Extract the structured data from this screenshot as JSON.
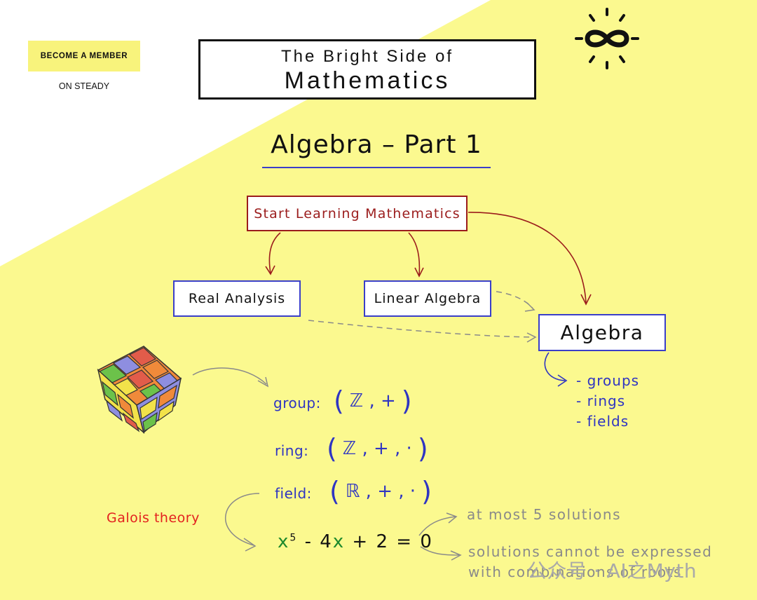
{
  "header": {
    "member_button": "BECOME A MEMBER",
    "member_sub": "ON STEADY",
    "title_line1": "The Bright Side of",
    "title_line2": "Mathematics"
  },
  "subtitle": "Algebra – Part 1",
  "nodes": {
    "start": "Start Learning Mathematics",
    "real": "Real Analysis",
    "linear": "Linear Algebra",
    "algebra": "Algebra"
  },
  "algebra_list": [
    "- groups",
    "- rings",
    "- fields"
  ],
  "definitions": {
    "group_label": "group:",
    "group_content": "ℤ , +",
    "ring_label": "ring:",
    "ring_content": "ℤ , + , ·",
    "field_label": "field:",
    "field_content": "ℝ , + , ·"
  },
  "galois_label": "Galois theory",
  "equation": {
    "x1": "x",
    "exp": "5",
    "mid": " - 4",
    "x2": "x",
    "rest": " + 2 = 0"
  },
  "results": {
    "r1": "at most 5 solutions",
    "r2_line1": "solutions cannot be expressed",
    "r2_line2": "with combinations of roots"
  },
  "watermark": "公众号 · AI之Myth",
  "colors": {
    "background_yellow": "#fbf98f",
    "white": "#ffffff",
    "blue": "#2f35c2",
    "dark_red": "#9b1c1c",
    "red": "#e3211f",
    "green": "#1f8a2d",
    "gray": "#8a8a8a"
  },
  "icons": {
    "logo": "infinity-sun-icon",
    "cube": "rubiks-cube-icon"
  }
}
